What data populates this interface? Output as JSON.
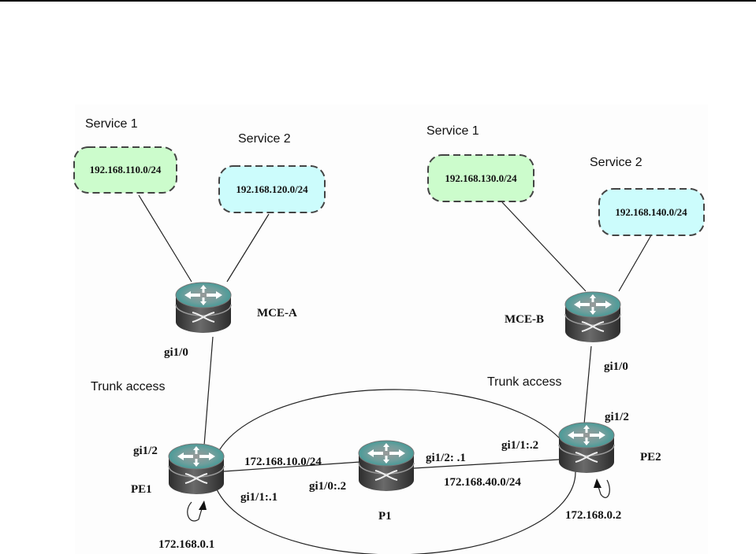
{
  "diagram": {
    "type": "network-topology",
    "left_site": {
      "service1_label": "Service 1",
      "service2_label": "Service 2",
      "service1_network": "192.168.110.0/24",
      "service2_network": "192.168.120.0/24",
      "router_label": "MCE-A",
      "uplink_port": "gi1/0",
      "link_label": "Trunk access"
    },
    "right_site": {
      "service1_label": "Service 1",
      "service2_label": "Service 2",
      "service1_network": "192.168.130.0/24",
      "service2_network": "192.168.140.0/24",
      "router_label": "MCE-B",
      "uplink_port": "gi1/0",
      "link_label": "Trunk access"
    },
    "pe1": {
      "label": "PE1",
      "port_to_mce": "gi1/2",
      "port_to_p1": "gi1/1:.1",
      "loopback": "172.168.0.1"
    },
    "p1": {
      "label": "P1",
      "port_to_pe1": "gi1/0:.2",
      "port_to_pe2": "gi1/2: .1"
    },
    "pe2": {
      "label": "PE2",
      "port_to_mce": "gi1/2",
      "port_to_p1": "gi1/1:.2",
      "loopback": "172.168.0.2"
    },
    "links": {
      "pe1_p1_network": "172.168.10.0/24",
      "p1_pe2_network": "172.168.40.0/24"
    },
    "colors": {
      "service1_fill": "#ccfccc",
      "service2_fill": "#ccfcfc",
      "router_top": "#5fa8a4",
      "router_body": "#3a3a3a"
    }
  }
}
